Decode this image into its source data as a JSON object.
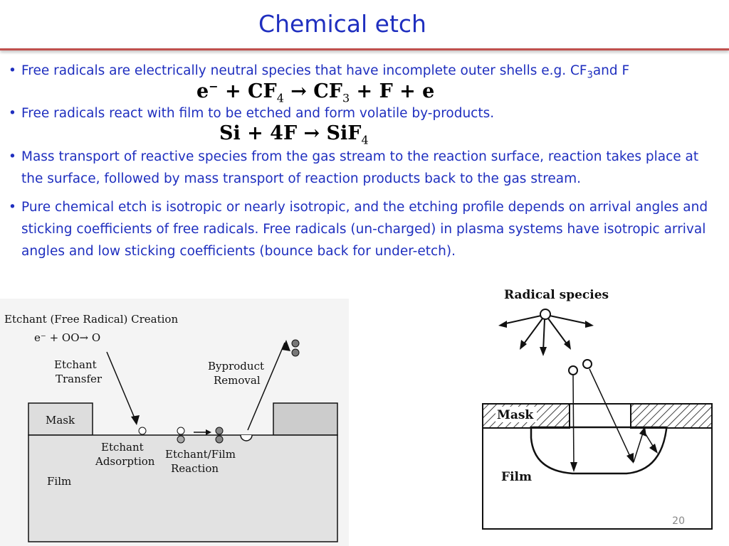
{
  "title": "Chemical etch",
  "bullets": [
    {
      "text": "Free radicals are electrically neutral species that have incomplete outer shells e.g. CF",
      "sub": "3",
      "after": "and F"
    },
    {
      "text": "Free radicals react with film to be etched and form volatile by-products."
    },
    {
      "text": "Mass transport of reactive species from the gas stream to the reaction surface, reaction takes place at the surface, followed by mass transport of reaction products back to the gas stream."
    },
    {
      "text": "Pure chemical etch is isotropic or nearly isotropic, and the etching profile depends on arrival angles and sticking coefficients of free radicals. Free radicals (un-charged) in plasma systems have isotropic arrival angles and low sticking coefficients (bounce back for under-etch)."
    }
  ],
  "equations": {
    "eq1": {
      "lhs1": "e",
      "sup": "−",
      "plus1": " + CF",
      "sub1": "4",
      "arrow": " → CF",
      "sub2": "3",
      "rest": " + F + e"
    },
    "eq2": {
      "lhs": "Si + 4F → SiF",
      "sub": "4"
    }
  },
  "figure_left": {
    "creation": "Etchant (Free Radical) Creation",
    "reaction": "e⁻ + OO→ O",
    "transfer_1": "Etchant",
    "transfer_2": "Transfer",
    "byproduct_1": "Byproduct",
    "byproduct_2": "Removal",
    "mask": "Mask",
    "adsorption_1": "Etchant",
    "adsorption_2": "Adsorption",
    "film_reaction_1": "Etchant/Film",
    "film_reaction_2": "Reaction",
    "film": "Film"
  },
  "figure_right": {
    "radical": "Radical species",
    "mask": "Mask",
    "film": "Film"
  },
  "page_number": "20"
}
